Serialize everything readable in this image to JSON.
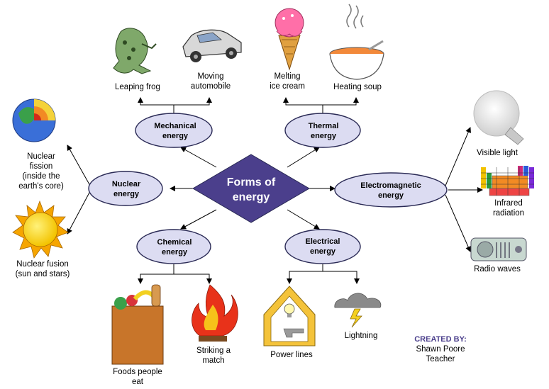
{
  "center": {
    "label_line1": "Forms of",
    "label_line2": "energy"
  },
  "forms": {
    "mechanical": {
      "line1": "Mechanical",
      "line2": "energy"
    },
    "thermal": {
      "line1": "Thermal",
      "line2": "energy"
    },
    "nuclear": {
      "line1": "Nuclear",
      "line2": "energy"
    },
    "electromagnetic": {
      "line1": "Electromagnetic",
      "line2": "energy"
    },
    "chemical": {
      "line1": "Chemical",
      "line2": "energy"
    },
    "electrical": {
      "line1": "Electrical",
      "line2": "energy"
    }
  },
  "examples": {
    "frog": [
      "Leaping frog"
    ],
    "automobile": [
      "Moving",
      "automobile"
    ],
    "ice_cream": [
      "Melting",
      "ice cream"
    ],
    "soup": [
      "Heating soup"
    ],
    "fission": [
      "Nuclear",
      "fission",
      "(inside the",
      "earth's core)"
    ],
    "fusion": [
      "Nuclear fusion",
      "(sun and stars)"
    ],
    "visible_light": [
      "Visible light"
    ],
    "infrared": [
      "Infrared",
      "radiation"
    ],
    "radio": [
      "Radio waves"
    ],
    "food": [
      "Foods people",
      "eat"
    ],
    "match": [
      "Striking a",
      "match"
    ],
    "power_lines": [
      "Power lines"
    ],
    "lightning": [
      "Lightning"
    ]
  },
  "credit": {
    "heading": "CREATED BY:",
    "name": "Shawn Poore",
    "role": "Teacher"
  },
  "colors": {
    "center_fill": "#4b3f8c",
    "ellipse_fill": "#dcdcf2",
    "ellipse_stroke": "#2a2a55"
  }
}
